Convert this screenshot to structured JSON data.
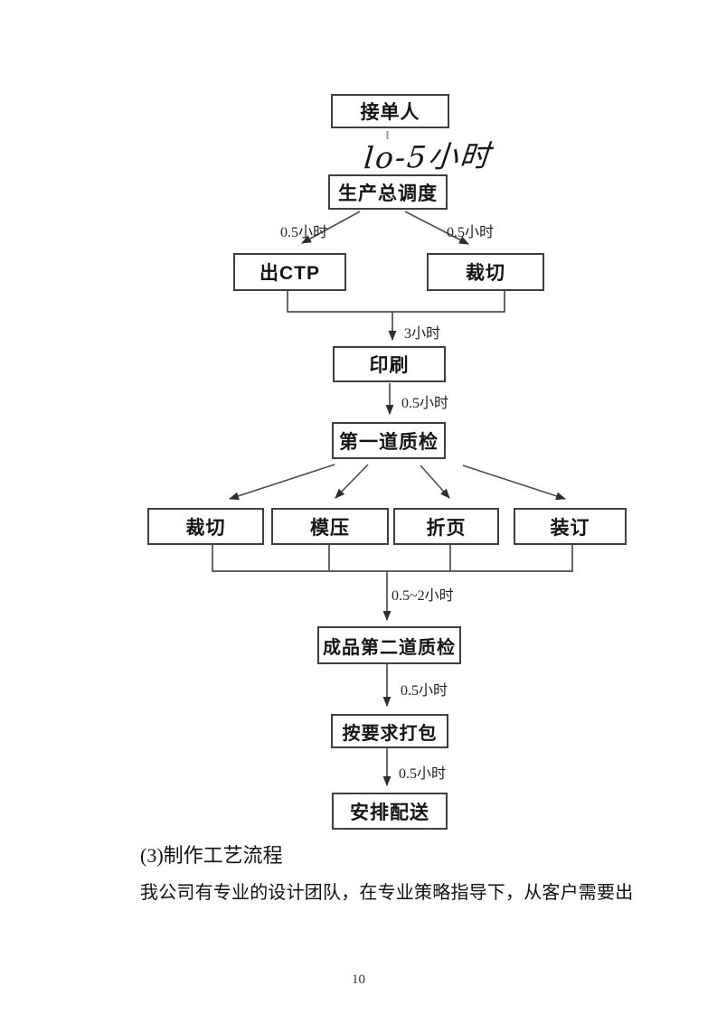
{
  "flowchart": {
    "handwritten_label": "lo-5小时",
    "nodes": [
      {
        "id": "order-taker",
        "label": "接单人"
      },
      {
        "id": "production-dispatch",
        "label": "生产总调度"
      },
      {
        "id": "ctp-output",
        "label": "出CTP"
      },
      {
        "id": "cutting-top",
        "label": "裁切"
      },
      {
        "id": "printing",
        "label": "印刷"
      },
      {
        "id": "first-qc",
        "label": "第一道质检"
      },
      {
        "id": "cutting",
        "label": "裁切"
      },
      {
        "id": "die-pressing",
        "label": "模压"
      },
      {
        "id": "folding",
        "label": "折页"
      },
      {
        "id": "binding",
        "label": "装订"
      },
      {
        "id": "second-qc",
        "label": "成品第二道质检"
      },
      {
        "id": "packing",
        "label": "按要求打包"
      },
      {
        "id": "delivery",
        "label": "安排配送"
      }
    ],
    "edge_labels": [
      {
        "id": "dispatch-to-ctp",
        "text": "0.5小时"
      },
      {
        "id": "dispatch-to-cut",
        "text": "0.5小时"
      },
      {
        "id": "merge-to-print",
        "text": "3小时"
      },
      {
        "id": "print-to-qc1",
        "text": "0.5小时"
      },
      {
        "id": "merge-to-qc2",
        "text": "0.5~2小时"
      },
      {
        "id": "qc2-to-pack",
        "text": "0.5小时"
      },
      {
        "id": "pack-to-deliver",
        "text": "0.5小时"
      }
    ],
    "line_color": "#4d4d4d"
  },
  "body_text": {
    "heading": "(3)制作工艺流程",
    "paragraph": "我公司有专业的设计团队，在专业策略指导下，从客户需要出"
  },
  "page": {
    "number": "10"
  }
}
